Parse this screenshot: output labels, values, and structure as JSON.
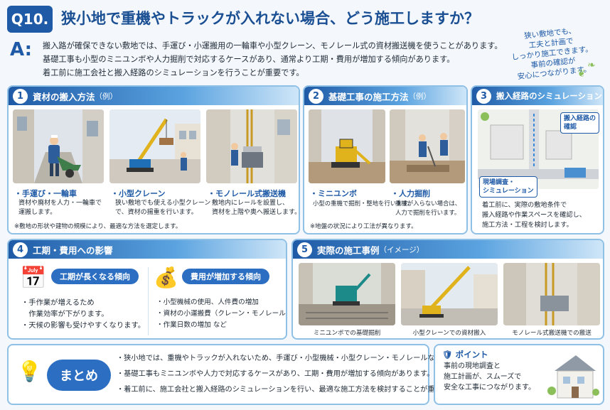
{
  "header": {
    "badge": "Q10.",
    "title": "狭小地で重機やトラックが入れない場合、どう施工しますか？"
  },
  "answer": {
    "letter": "A:",
    "lines": [
      "搬入路が確保できない敷地では、手運び・小運搬用の一輪車や小型クレーン、モノレール式の資材搬送機を使うことがあります。",
      "基礎工事も小型のミニユンボや人力掘削で対応するケースがあり、通常より工期・費用が増加する傾向があります。",
      "着工前に施工会社と搬入経路のシミュレーションを行うことが重要です。"
    ]
  },
  "corner_note": [
    "狭い敷地でも、",
    "工夫と計画で",
    "しっかり施工できます。",
    "事前の確認が",
    "安心につながります。"
  ],
  "section1": {
    "num": "1",
    "title": "資材の搬入方法",
    "title_sub": "（例）",
    "items": [
      {
        "title": "・手運び・一輪車",
        "desc": [
          "資材や廃材を人力・一輪車で",
          "運搬します。"
        ]
      },
      {
        "title": "・小型クレーン",
        "desc": [
          "狭い敷地でも使える小型クレーン",
          "で、資材の揚重を行います。"
        ]
      },
      {
        "title": "・モノレール式搬送機",
        "desc": [
          "敷地内にレールを設置し、",
          "資材を上階や奥へ搬送します。"
        ]
      }
    ],
    "footnote": "※敷地の形状や建物の規模により、最適な方法を選定します。"
  },
  "section2": {
    "num": "2",
    "title": "基礎工事の施工方法",
    "title_sub": "（例）",
    "items": [
      {
        "title": "・ミニユンボ",
        "desc": [
          "小型の重機で掘削・整地を行います。"
        ]
      },
      {
        "title": "・人力掘削",
        "desc": [
          "重機が入らない場合は、",
          "人力で掘削を行います。"
        ]
      }
    ],
    "footnote": "※地盤の状況により工法が異なります。"
  },
  "section3": {
    "num": "3",
    "title": "搬入経路のシミュレーション",
    "tag_route": [
      "搬入経路の",
      "確認"
    ],
    "tag_survey": [
      "現場調査・",
      "シミュレーション"
    ],
    "desc": [
      "着工前に、実際の敷地条件で",
      "搬入経路や作業スペースを確認し、",
      "施工方法・工程を検討します。"
    ]
  },
  "section4": {
    "num": "4",
    "title": "工期・費用への影響",
    "left": {
      "pill": "工期が長くなる傾向",
      "bullets": [
        "・手作業が増えるため",
        "　作業効率が下がります。",
        "・天候の影響も受けやすくなります。"
      ]
    },
    "right": {
      "pill": "費用が増加する傾向",
      "bullets": [
        "・小型機械の使用、人件費の増加",
        "・資材の小運搬費（クレーン・モノレール等）",
        "・作業日数の増加 など"
      ]
    }
  },
  "section5": {
    "num": "5",
    "title": "実際の施工事例",
    "title_sub": "（イメージ）",
    "captions": [
      "ミニユンボでの基礎掘削",
      "小型クレーンでの資材搬入",
      "モノレール式搬送機での搬送"
    ]
  },
  "summary": {
    "label": "まとめ",
    "lines": [
      "・狭小地では、重機やトラックが入れないため、手運び・小型機械・小型クレーン・モノレールなどを活用します。",
      "・基礎工事もミニユンボや人力で対応するケースがあり、工期・費用が増加する傾向があります。",
      "・着工前に、施工会社と搬入経路のシミュレーションを行い、最適な施工方法を検討することが重要です。"
    ]
  },
  "point": {
    "title": "ポイント",
    "lines": [
      "事前の現地調査と",
      "施工計画が、スムーズで",
      "安全な工事につながります。"
    ]
  },
  "colors": {
    "primary": "#1f5aa6",
    "accent": "#2c6fc2",
    "border": "#8fc0e6",
    "orange_pill": "#2c6fc2"
  }
}
